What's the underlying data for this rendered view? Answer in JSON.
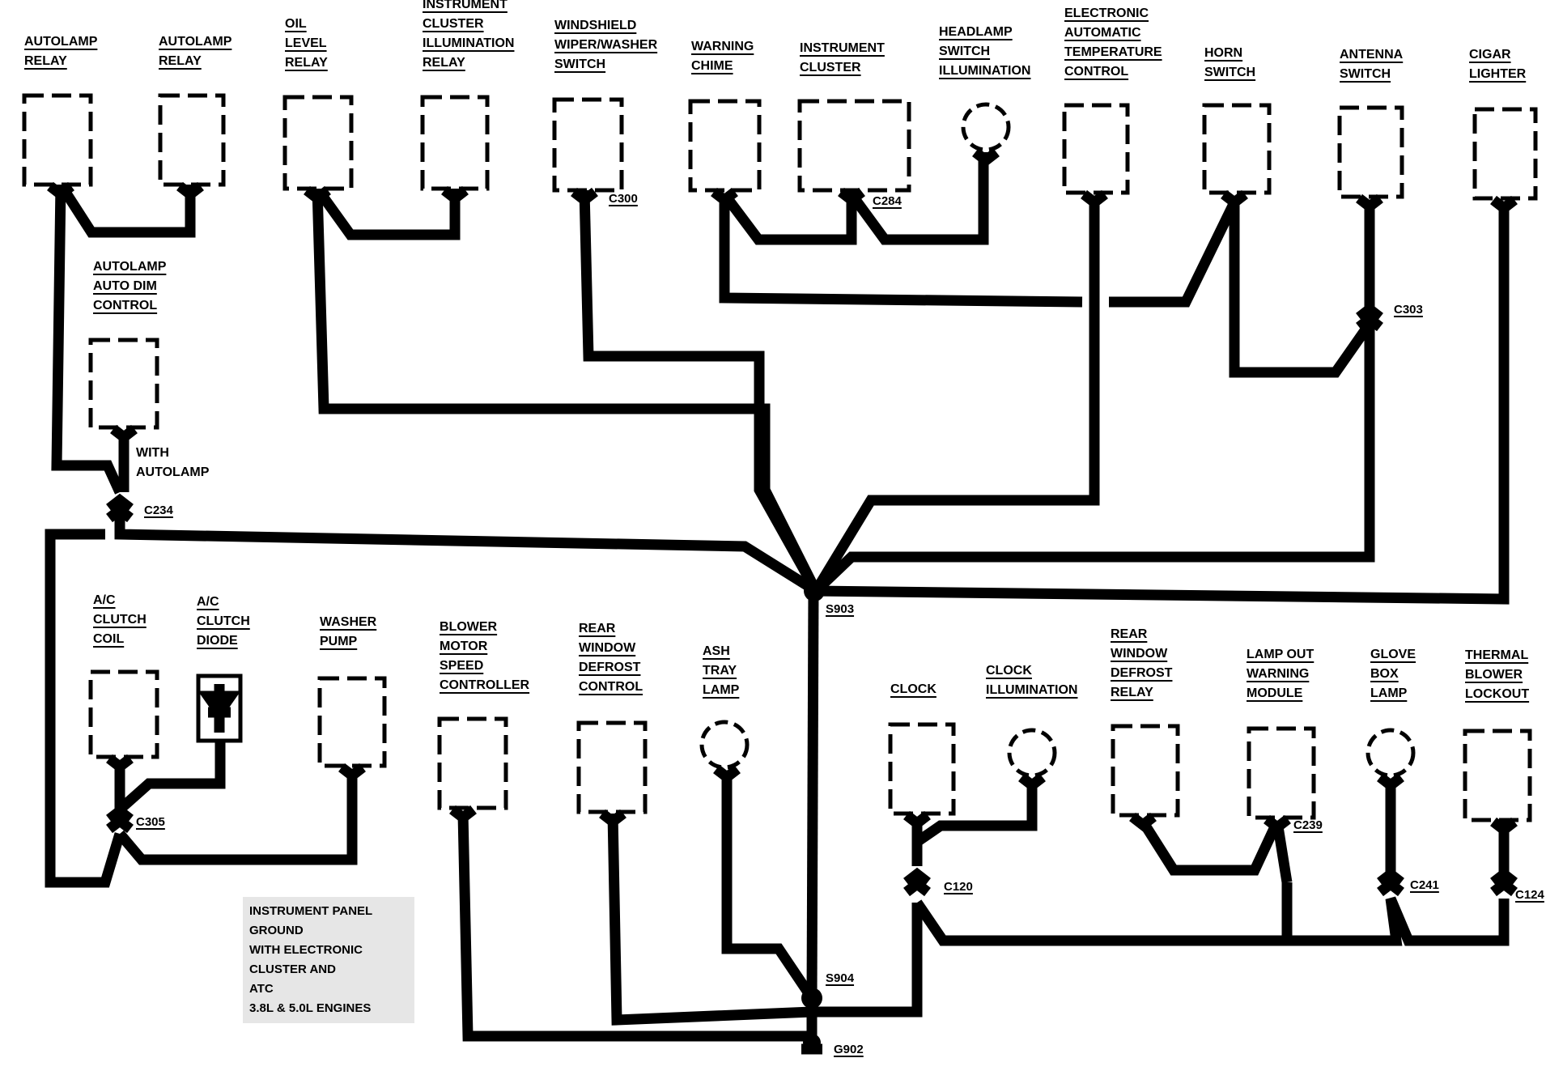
{
  "components": {
    "autolamp_relay_1": [
      "AUTOLAMP",
      "RELAY"
    ],
    "autolamp_relay_2": [
      "AUTOLAMP",
      "RELAY"
    ],
    "oil_level_relay": [
      "OIL",
      "LEVEL",
      "RELAY"
    ],
    "instrument_cluster_illumination_relay": [
      "INSTRUMENT",
      "CLUSTER",
      "ILLUMINATION",
      "RELAY"
    ],
    "windshield_wiper_washer_switch": [
      "WINDSHIELD",
      "WIPER/WASHER",
      "SWITCH"
    ],
    "warning_chime": [
      "WARNING",
      "CHIME"
    ],
    "instrument_cluster": [
      "INSTRUMENT",
      "CLUSTER"
    ],
    "headlamp_switch_illumination": [
      "HEADLAMP",
      "SWITCH",
      "ILLUMINATION"
    ],
    "electronic_automatic_temperature_control": [
      "ELECTRONIC",
      "AUTOMATIC",
      "TEMPERATURE",
      "CONTROL"
    ],
    "horn_switch": [
      "HORN",
      "SWITCH"
    ],
    "antenna_switch": [
      "ANTENNA",
      "SWITCH"
    ],
    "cigar_lighter": [
      "CIGAR",
      "LIGHTER"
    ],
    "autolamp_auto_dim_control": [
      "AUTOLAMP",
      "AUTO DIM",
      "CONTROL"
    ],
    "ac_clutch_coil": [
      "A/C",
      "CLUTCH",
      "COIL"
    ],
    "ac_clutch_diode": [
      "A/C",
      "CLUTCH",
      "DIODE"
    ],
    "washer_pump": [
      "WASHER",
      "PUMP"
    ],
    "blower_motor_speed_controller": [
      "BLOWER",
      "MOTOR",
      "SPEED",
      "CONTROLLER"
    ],
    "rear_window_defrost_control": [
      "REAR",
      "WINDOW",
      "DEFROST",
      "CONTROL"
    ],
    "ash_tray_lamp": [
      "ASH",
      "TRAY",
      "LAMP"
    ],
    "clock": [
      "CLOCK"
    ],
    "clock_illumination": [
      "CLOCK",
      "ILLUMINATION"
    ],
    "rear_window_defrost_relay": [
      "REAR",
      "WINDOW",
      "DEFROST",
      "RELAY"
    ],
    "lamp_out_warning_module": [
      "LAMP OUT",
      "WARNING",
      "MODULE"
    ],
    "glove_box_lamp": [
      "GLOVE",
      "BOX",
      "LAMP"
    ],
    "thermal_blower_lockout": [
      "THERMAL",
      "BLOWER",
      "LOCKOUT"
    ]
  },
  "notes": {
    "with_autolamp": [
      "WITH",
      "AUTOLAMP"
    ]
  },
  "connectors": {
    "c300": "C300",
    "c284": "C284",
    "c303": "C303",
    "c234": "C234",
    "c305": "C305",
    "c120": "C120",
    "c239": "C239",
    "c241": "C241",
    "c124": "C124"
  },
  "splices": {
    "s903": "S903",
    "s904": "S904"
  },
  "ground": {
    "g902": "G902"
  },
  "caption": [
    "INSTRUMENT PANEL",
    "GROUND",
    "WITH ELECTRONIC",
    "CLUSTER AND",
    "ATC",
    "3.8L & 5.0L ENGINES"
  ]
}
